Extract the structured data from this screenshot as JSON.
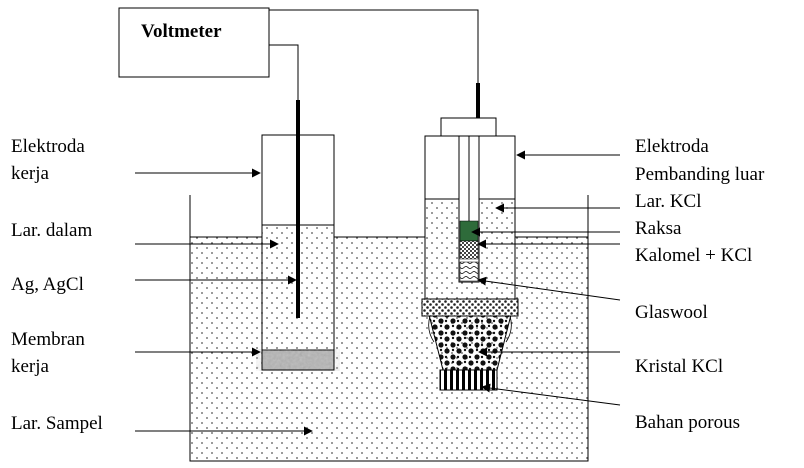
{
  "instrument": {
    "label": "Voltmeter"
  },
  "left_labels": {
    "elektroda_kerja": [
      "Elektroda",
      "kerja"
    ],
    "lar_dalam": "Lar. dalam",
    "ag_agcl": "Ag, AgCl",
    "membran_kerja": [
      "Membran",
      "kerja"
    ],
    "lar_sampel": "Lar. Sampel"
  },
  "right_labels": {
    "elektroda_pembanding": [
      "Elektroda",
      "Pembanding luar"
    ],
    "lar_kcl": "Lar. KCl",
    "raksa": "Raksa",
    "kalomel_kcl": "Kalomel + KCl",
    "glaswool": "Glaswool",
    "kristal_kcl": "Kristal KCl",
    "bahan_porous": "Bahan porous"
  },
  "colors": {
    "stroke": "#000000",
    "raksa": "#2e6b3a",
    "membrane": "#b5b5b5"
  }
}
